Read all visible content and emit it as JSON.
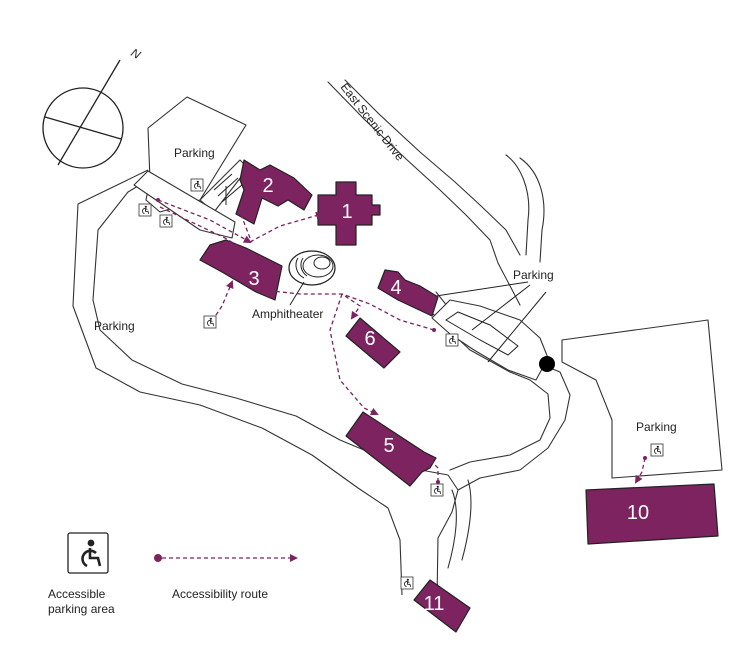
{
  "map": {
    "compass_label": "N",
    "street_label": "East Scenic Drive",
    "amphitheater_label": "Amphitheater",
    "parking_labels": [
      "Parking",
      "Parking",
      "Parking",
      "Parking"
    ],
    "buildings": [
      {
        "number": "1"
      },
      {
        "number": "2"
      },
      {
        "number": "3"
      },
      {
        "number": "4"
      },
      {
        "number": "5"
      },
      {
        "number": "6"
      },
      {
        "number": "10"
      },
      {
        "number": "11"
      }
    ],
    "icons": {
      "compass": "compass-rose-icon",
      "accessible_parking": "wheelchair-icon",
      "route_start": "route-start-dot-icon",
      "route_end": "route-arrow-icon"
    },
    "colors": {
      "building": "#7c2360",
      "route": "#7c2360",
      "outline": "#333333"
    }
  },
  "legend": {
    "accessible_parking_label": [
      "Accessible",
      "parking area"
    ],
    "accessibility_route_label": "Accessibility route"
  }
}
